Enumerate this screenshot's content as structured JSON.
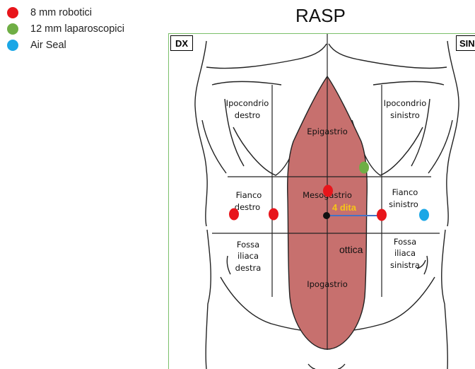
{
  "legend": [
    {
      "label": "8 mm robotici",
      "color": "#e8151b"
    },
    {
      "label": "12 mm laparoscopici",
      "color": "#6fae45"
    },
    {
      "label": "Air Seal",
      "color": "#1aa7e6"
    }
  ],
  "title": "RASP",
  "sides": {
    "right": "DX",
    "left": "SIN"
  },
  "regions": {
    "ipocondrio_destro": [
      "Ipocondrio",
      "destro"
    ],
    "ipocondrio_sinistro": [
      "Ipocondrio",
      "sinistro"
    ],
    "epigastrio": "Epigastrio",
    "fianco_destro": [
      "Fianco",
      "destro"
    ],
    "mesogastrio": "Mesogastrio",
    "fianco_sinistro": [
      "Fianco",
      "sinistro"
    ],
    "fossa_iliaca_destra": [
      "Fossa",
      "iliaca",
      "destra"
    ],
    "ipogastrio": "Ipogastrio",
    "fossa_iliaca_sinistra": [
      "Fossa",
      "iliaca",
      "sinistra"
    ]
  },
  "annotations": {
    "distance": "4 dita",
    "camera": "ottica"
  },
  "colors": {
    "central_zone": "#c7706e",
    "distance_line": "#4472c4",
    "panel_border": "#7bbf6a"
  }
}
